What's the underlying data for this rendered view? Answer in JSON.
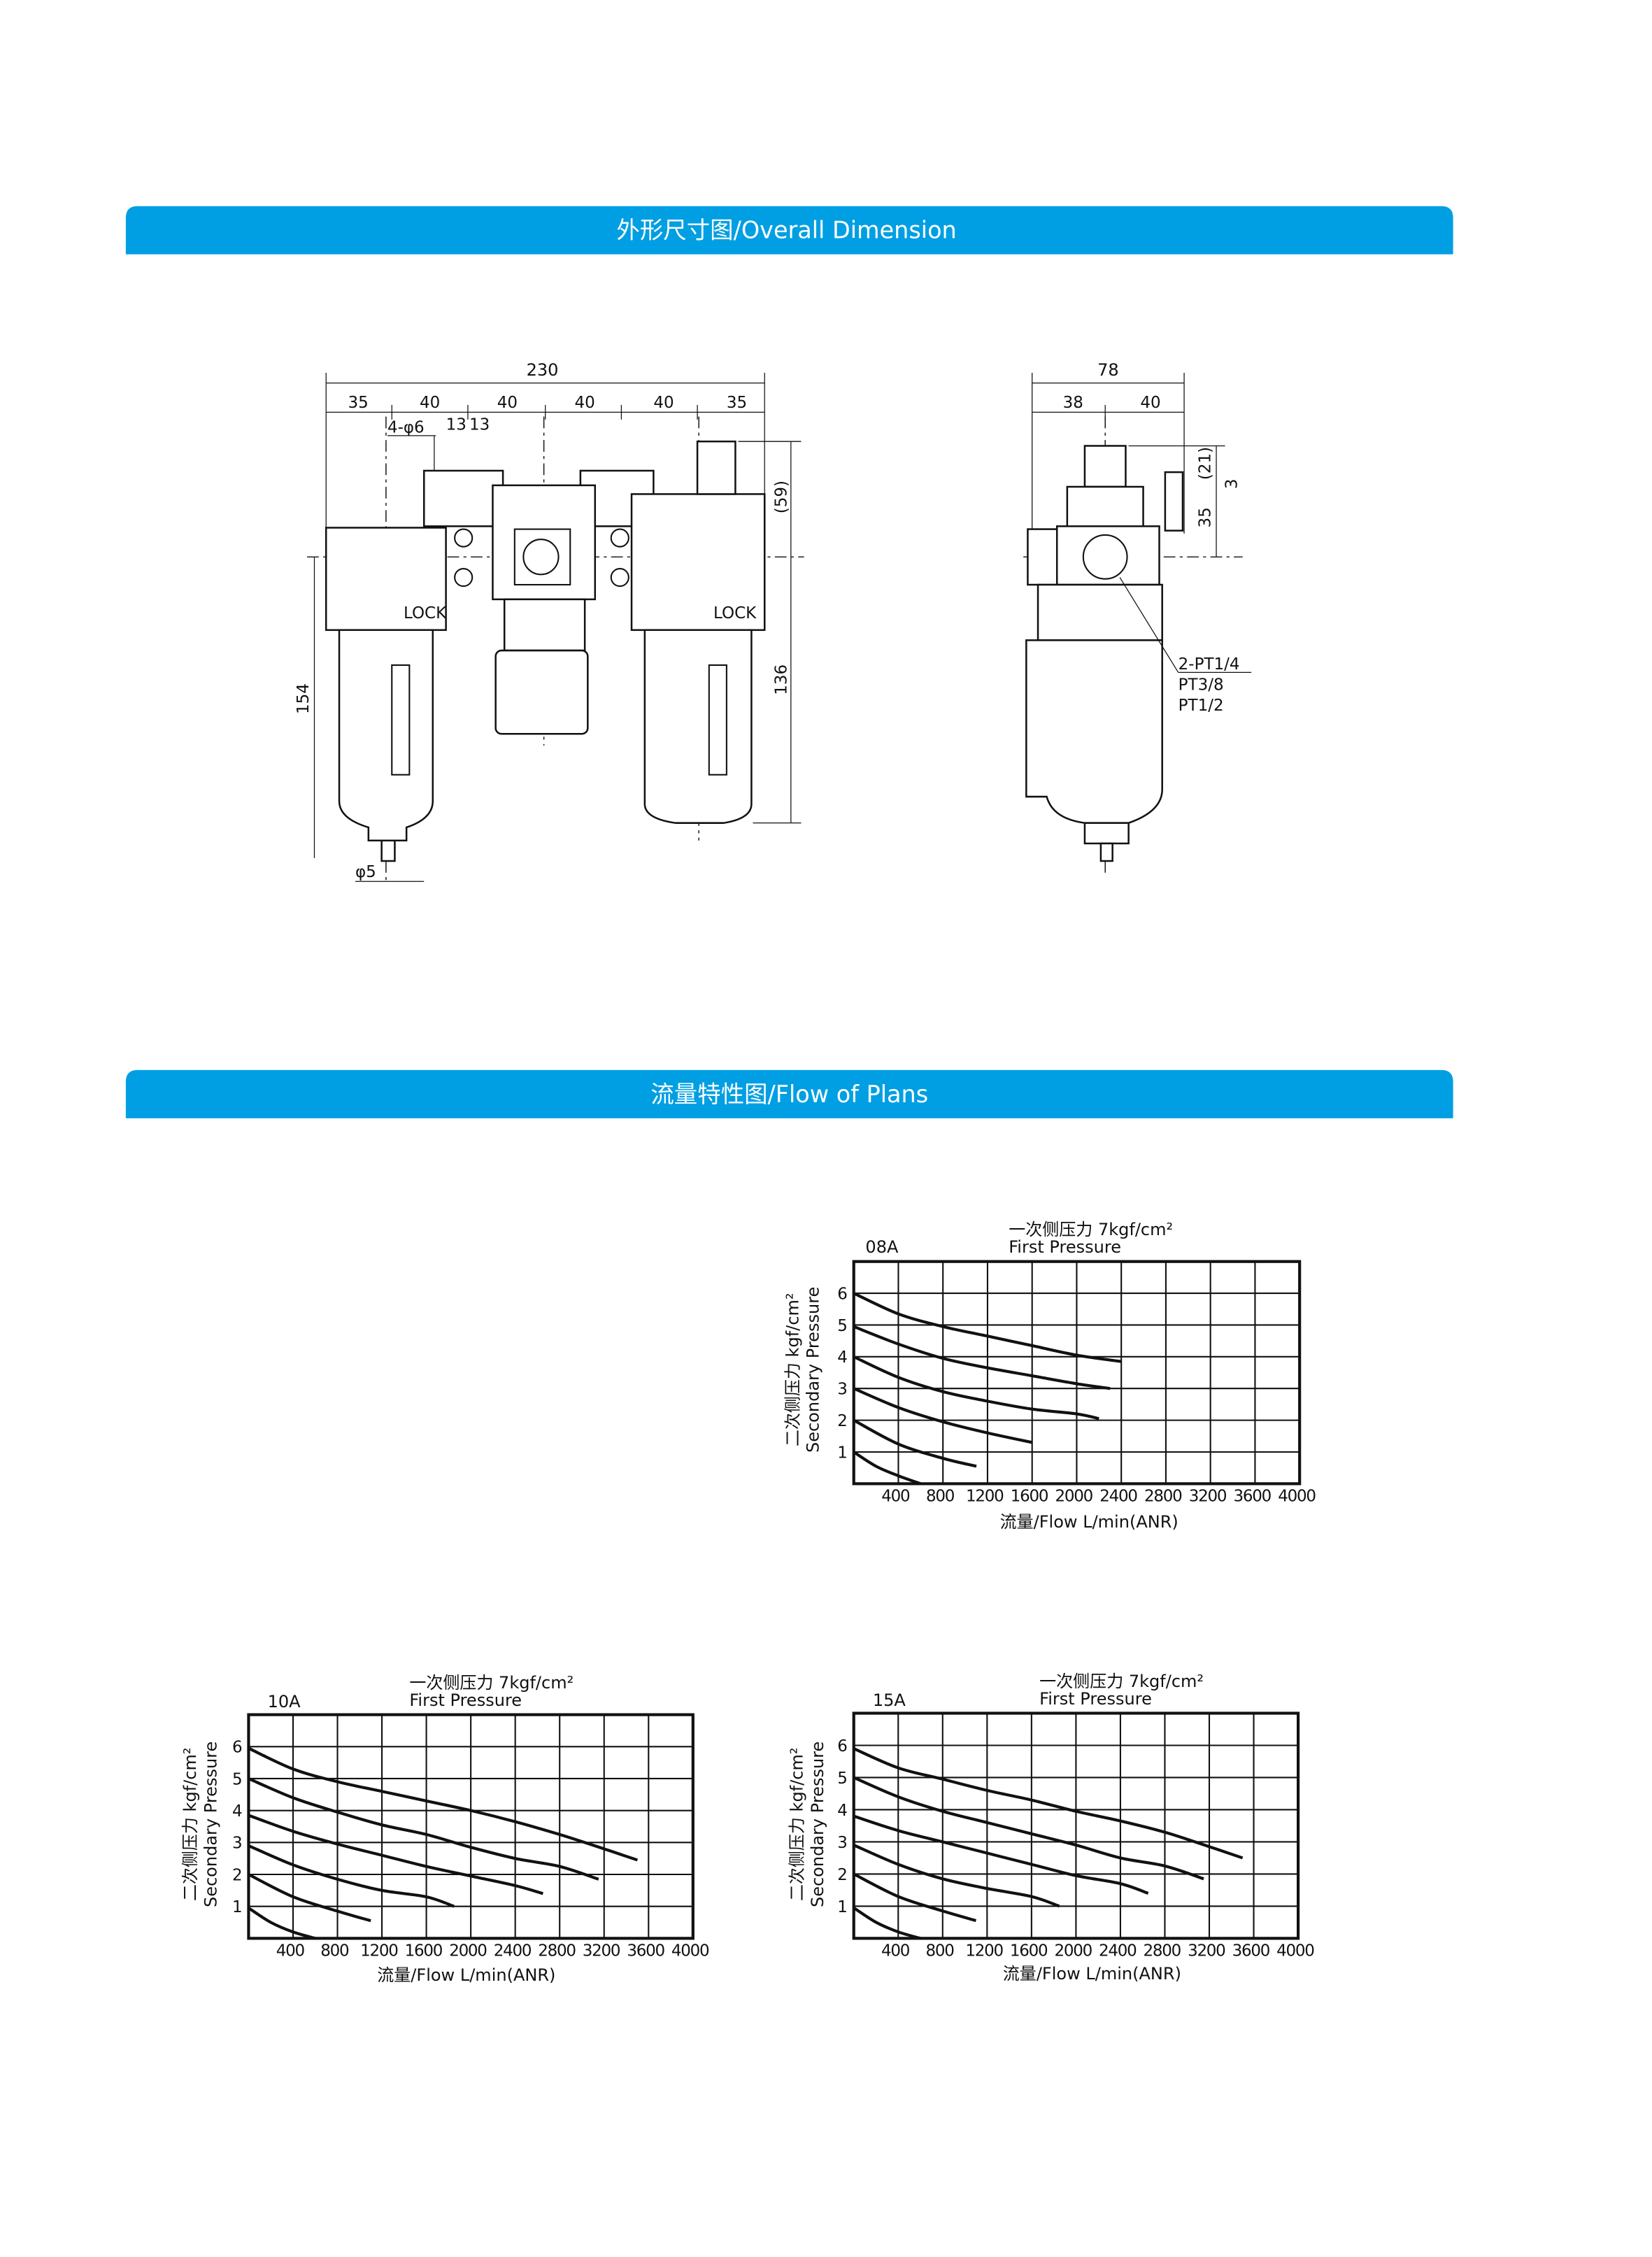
{
  "banners": {
    "dimension": "外形尺寸图/Overall Dimension",
    "flow": "流量特性图/Flow of Plans"
  },
  "colors": {
    "banner": "#009FE3",
    "banner_text": "#FFFFFF",
    "ink": "#111111"
  },
  "dimension_drawing": {
    "front": {
      "overall_width": "230",
      "segments": [
        "35",
        "40",
        "40",
        "40",
        "40",
        "35"
      ],
      "mount_holes": "4-φ6",
      "hole_pitch": [
        "13",
        "13"
      ],
      "height_left": "154",
      "height_right": "136",
      "top_offset": "(59)",
      "drain": "φ5",
      "lock_labels": [
        "LOCK",
        "LOCK"
      ]
    },
    "side": {
      "overall_width": "78",
      "segments": [
        "38",
        "40"
      ],
      "dims": [
        "(21)",
        "3",
        "35"
      ],
      "ports": [
        "2-PT1/4",
        "PT3/8",
        "PT1/2"
      ]
    }
  },
  "chart_data": [
    {
      "type": "line",
      "model": "08A",
      "title": "一次侧压力 7kgf/cm²",
      "subtitle": "First Pressure",
      "ylabel_cn": "二次侧压力 kgf/cm²",
      "ylabel": "Secondary Pressure",
      "xlabel": "流量/Flow   L/min(ANR)",
      "xlim": [
        0,
        4000
      ],
      "ylim": [
        0,
        7
      ],
      "xticks": [
        400,
        800,
        1200,
        1600,
        2000,
        2400,
        2800,
        3200,
        3600,
        4000
      ],
      "yticks": [
        1,
        2,
        3,
        4,
        5,
        6
      ],
      "grid": true,
      "series": [
        {
          "name": "6",
          "points": [
            [
              0,
              6
            ],
            [
              400,
              5.35
            ],
            [
              800,
              4.95
            ],
            [
              1200,
              4.65
            ],
            [
              1600,
              4.35
            ],
            [
              2000,
              4.05
            ],
            [
              2400,
              3.85
            ]
          ]
        },
        {
          "name": "5",
          "points": [
            [
              0,
              4.95
            ],
            [
              400,
              4.4
            ],
            [
              800,
              3.95
            ],
            [
              1200,
              3.65
            ],
            [
              1600,
              3.4
            ],
            [
              2000,
              3.15
            ],
            [
              2300,
              3.0
            ]
          ]
        },
        {
          "name": "4",
          "points": [
            [
              0,
              4
            ],
            [
              400,
              3.35
            ],
            [
              800,
              2.9
            ],
            [
              1200,
              2.6
            ],
            [
              1600,
              2.35
            ],
            [
              2000,
              2.2
            ],
            [
              2200,
              2.05
            ]
          ]
        },
        {
          "name": "3",
          "points": [
            [
              0,
              3
            ],
            [
              400,
              2.4
            ],
            [
              800,
              1.95
            ],
            [
              1200,
              1.6
            ],
            [
              1600,
              1.3
            ]
          ]
        },
        {
          "name": "2",
          "points": [
            [
              0,
              2
            ],
            [
              400,
              1.25
            ],
            [
              800,
              0.8
            ],
            [
              1100,
              0.55
            ]
          ]
        },
        {
          "name": "1",
          "points": [
            [
              0,
              1
            ],
            [
              200,
              0.55
            ],
            [
              400,
              0.25
            ],
            [
              600,
              0
            ]
          ]
        }
      ]
    },
    {
      "type": "line",
      "model": "10A",
      "title": "一次侧压力 7kgf/cm²",
      "subtitle": "First Pressure",
      "ylabel_cn": "二次侧压力 kgf/cm²",
      "ylabel": "Secondary Pressure",
      "xlabel": "流量/Flow   L/min(ANR)",
      "xlim": [
        0,
        4000
      ],
      "ylim": [
        0,
        7
      ],
      "xticks": [
        400,
        800,
        1200,
        1600,
        2000,
        2400,
        2800,
        3200,
        3600,
        4000
      ],
      "yticks": [
        1,
        2,
        3,
        4,
        5,
        6
      ],
      "grid": true,
      "series": [
        {
          "name": "6",
          "points": [
            [
              0,
              5.95
            ],
            [
              400,
              5.3
            ],
            [
              800,
              4.9
            ],
            [
              1200,
              4.6
            ],
            [
              1600,
              4.3
            ],
            [
              2000,
              4.0
            ],
            [
              2400,
              3.65
            ],
            [
              2800,
              3.25
            ],
            [
              3200,
              2.8
            ],
            [
              3500,
              2.45
            ]
          ]
        },
        {
          "name": "5",
          "points": [
            [
              0,
              5
            ],
            [
              400,
              4.4
            ],
            [
              800,
              3.95
            ],
            [
              1200,
              3.55
            ],
            [
              1600,
              3.25
            ],
            [
              2000,
              2.85
            ],
            [
              2400,
              2.5
            ],
            [
              2800,
              2.25
            ],
            [
              3150,
              1.85
            ]
          ]
        },
        {
          "name": "4",
          "points": [
            [
              0,
              3.85
            ],
            [
              400,
              3.35
            ],
            [
              800,
              2.95
            ],
            [
              1200,
              2.6
            ],
            [
              1600,
              2.25
            ],
            [
              2000,
              1.95
            ],
            [
              2400,
              1.65
            ],
            [
              2650,
              1.4
            ]
          ]
        },
        {
          "name": "3",
          "points": [
            [
              0,
              2.9
            ],
            [
              400,
              2.3
            ],
            [
              800,
              1.85
            ],
            [
              1200,
              1.5
            ],
            [
              1600,
              1.3
            ],
            [
              1850,
              1.0
            ]
          ]
        },
        {
          "name": "2",
          "points": [
            [
              0,
              2
            ],
            [
              400,
              1.3
            ],
            [
              800,
              0.85
            ],
            [
              1100,
              0.55
            ]
          ]
        },
        {
          "name": "1",
          "points": [
            [
              0,
              0.95
            ],
            [
              200,
              0.5
            ],
            [
              400,
              0.2
            ],
            [
              600,
              0
            ]
          ]
        }
      ]
    },
    {
      "type": "line",
      "model": "15A",
      "title": "一次侧压力 7kgf/cm²",
      "subtitle": "First Pressure",
      "ylabel_cn": "二次侧压力 kgf/cm²",
      "ylabel": "Secondary Pressure",
      "xlabel": "流量/Flow   L/min(ANR)",
      "xlim": [
        0,
        4000
      ],
      "ylim": [
        0,
        7
      ],
      "xticks": [
        400,
        800,
        1200,
        1600,
        2000,
        2400,
        2800,
        3200,
        3600,
        4000
      ],
      "yticks": [
        1,
        2,
        3,
        4,
        5,
        6
      ],
      "grid": true,
      "series": [
        {
          "name": "6",
          "points": [
            [
              0,
              5.9
            ],
            [
              400,
              5.3
            ],
            [
              800,
              4.95
            ],
            [
              1200,
              4.6
            ],
            [
              1600,
              4.3
            ],
            [
              2000,
              3.95
            ],
            [
              2400,
              3.65
            ],
            [
              2800,
              3.3
            ],
            [
              3200,
              2.85
            ],
            [
              3500,
              2.5
            ]
          ]
        },
        {
          "name": "5",
          "points": [
            [
              0,
              5
            ],
            [
              400,
              4.4
            ],
            [
              800,
              3.95
            ],
            [
              1200,
              3.6
            ],
            [
              1600,
              3.25
            ],
            [
              2000,
              2.9
            ],
            [
              2400,
              2.5
            ],
            [
              2800,
              2.25
            ],
            [
              3150,
              1.85
            ]
          ]
        },
        {
          "name": "4",
          "points": [
            [
              0,
              3.8
            ],
            [
              400,
              3.35
            ],
            [
              800,
              3.0
            ],
            [
              1200,
              2.65
            ],
            [
              1600,
              2.3
            ],
            [
              2000,
              1.95
            ],
            [
              2400,
              1.7
            ],
            [
              2650,
              1.4
            ]
          ]
        },
        {
          "name": "3",
          "points": [
            [
              0,
              2.9
            ],
            [
              400,
              2.3
            ],
            [
              800,
              1.85
            ],
            [
              1200,
              1.55
            ],
            [
              1600,
              1.3
            ],
            [
              1850,
              1.0
            ]
          ]
        },
        {
          "name": "2",
          "points": [
            [
              0,
              2
            ],
            [
              400,
              1.3
            ],
            [
              800,
              0.85
            ],
            [
              1100,
              0.55
            ]
          ]
        },
        {
          "name": "1",
          "points": [
            [
              0,
              0.95
            ],
            [
              200,
              0.5
            ],
            [
              400,
              0.2
            ],
            [
              600,
              0
            ]
          ]
        }
      ]
    }
  ]
}
